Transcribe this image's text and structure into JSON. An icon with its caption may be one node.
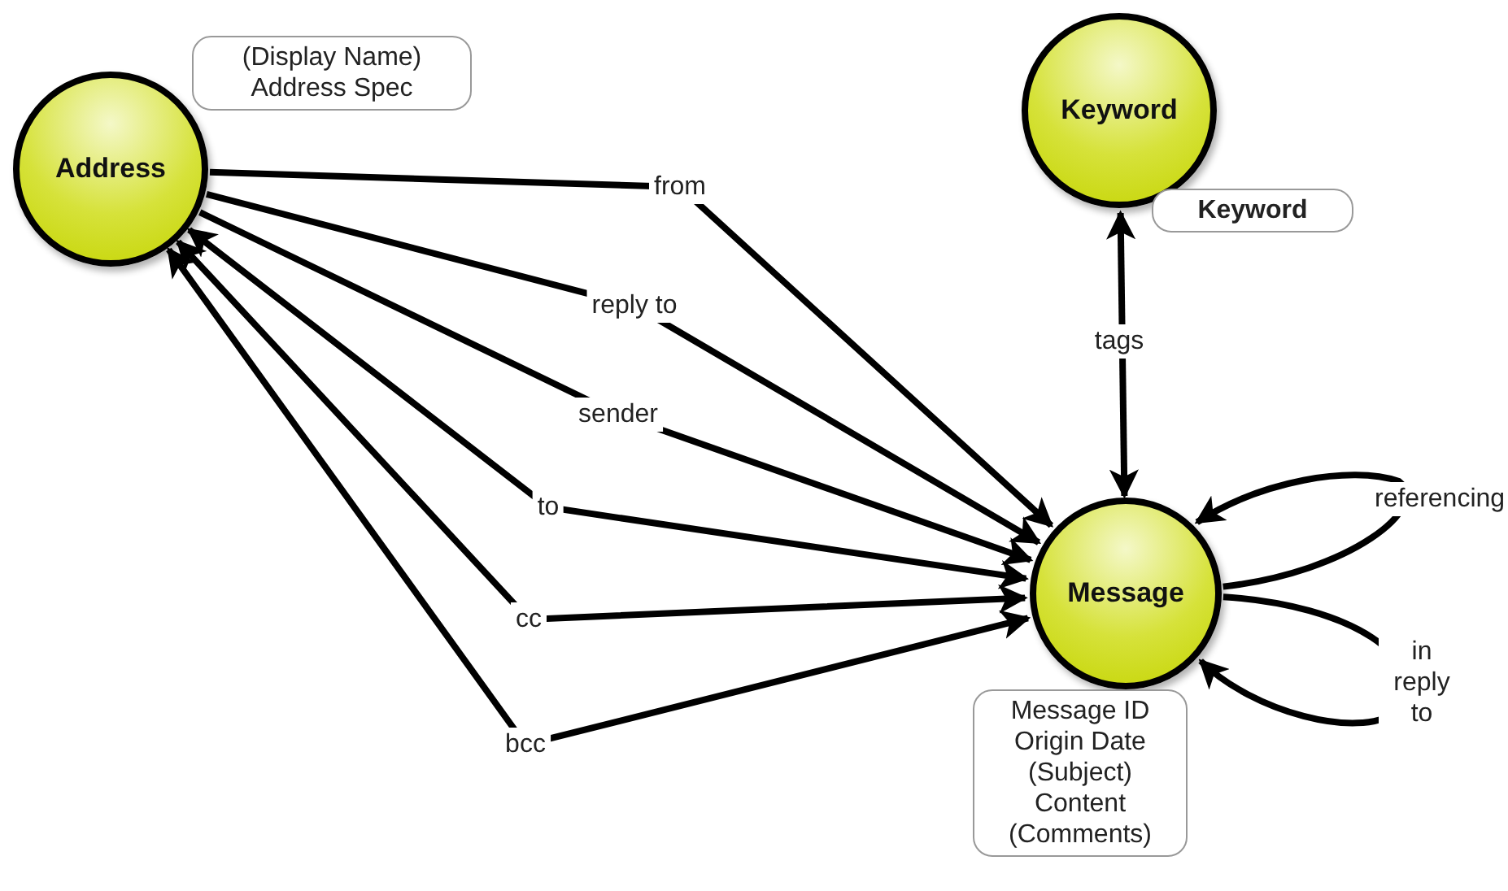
{
  "diagram": {
    "nodes": [
      {
        "text": [
          "Address"
        ],
        "beside": [
          "(Display Name) Address Spec"
        ]
      },
      {
        "text": [
          "Keyword"
        ],
        "beside": [
          "Keyword"
        ]
      },
      {
        "text": [
          "Message"
        ],
        "beside": [
          "Message ID Origin Date (Subject) Content (Comments)"
        ]
      }
    ],
    "edges": [
      {
        "from": 0,
        "to": 2,
        "arrow": "to",
        "label": "from"
      },
      {
        "from": 0,
        "to": 2,
        "arrow": "to",
        "label": "reply to"
      },
      {
        "from": 0,
        "to": 2,
        "arrow": "to",
        "label": "sender"
      },
      {
        "from": 0,
        "to": 2,
        "arrow": "both",
        "label": "to"
      },
      {
        "from": 0,
        "to": 2,
        "arrow": "both",
        "label": "cc"
      },
      {
        "from": 0,
        "to": 2,
        "arrow": "both",
        "label": "bcc"
      },
      {
        "from": 2,
        "to": 1,
        "arrow": "both",
        "label": "tags"
      },
      {
        "from": 2,
        "to": 2,
        "arrow": "to",
        "label": "referencing"
      },
      {
        "from": 2,
        "to": 2,
        "arrow": "to",
        "label": "in reply to"
      }
    ]
  }
}
